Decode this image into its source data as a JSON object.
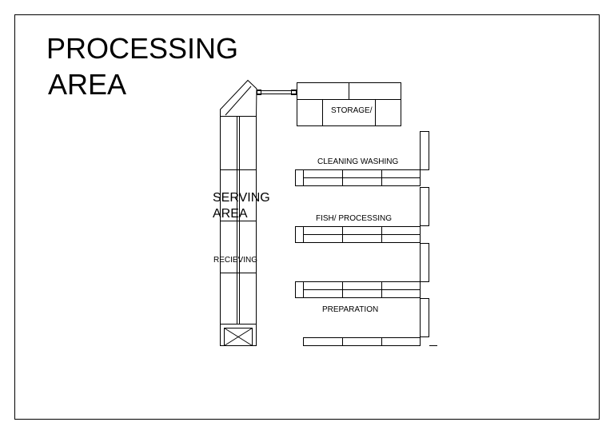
{
  "drawing": {
    "title_line1": "PROCESSING",
    "title_line2": "AREA",
    "labels": {
      "storage": "STORAGE/",
      "cleaning_washing": "CLEANING WASHING",
      "fish_processing": "FISH/ PROCESSING",
      "preparation": "PREPARATION",
      "serving_line1": "SERVING",
      "serving_line2": "AREA",
      "receiving": "RECIEVING"
    }
  }
}
